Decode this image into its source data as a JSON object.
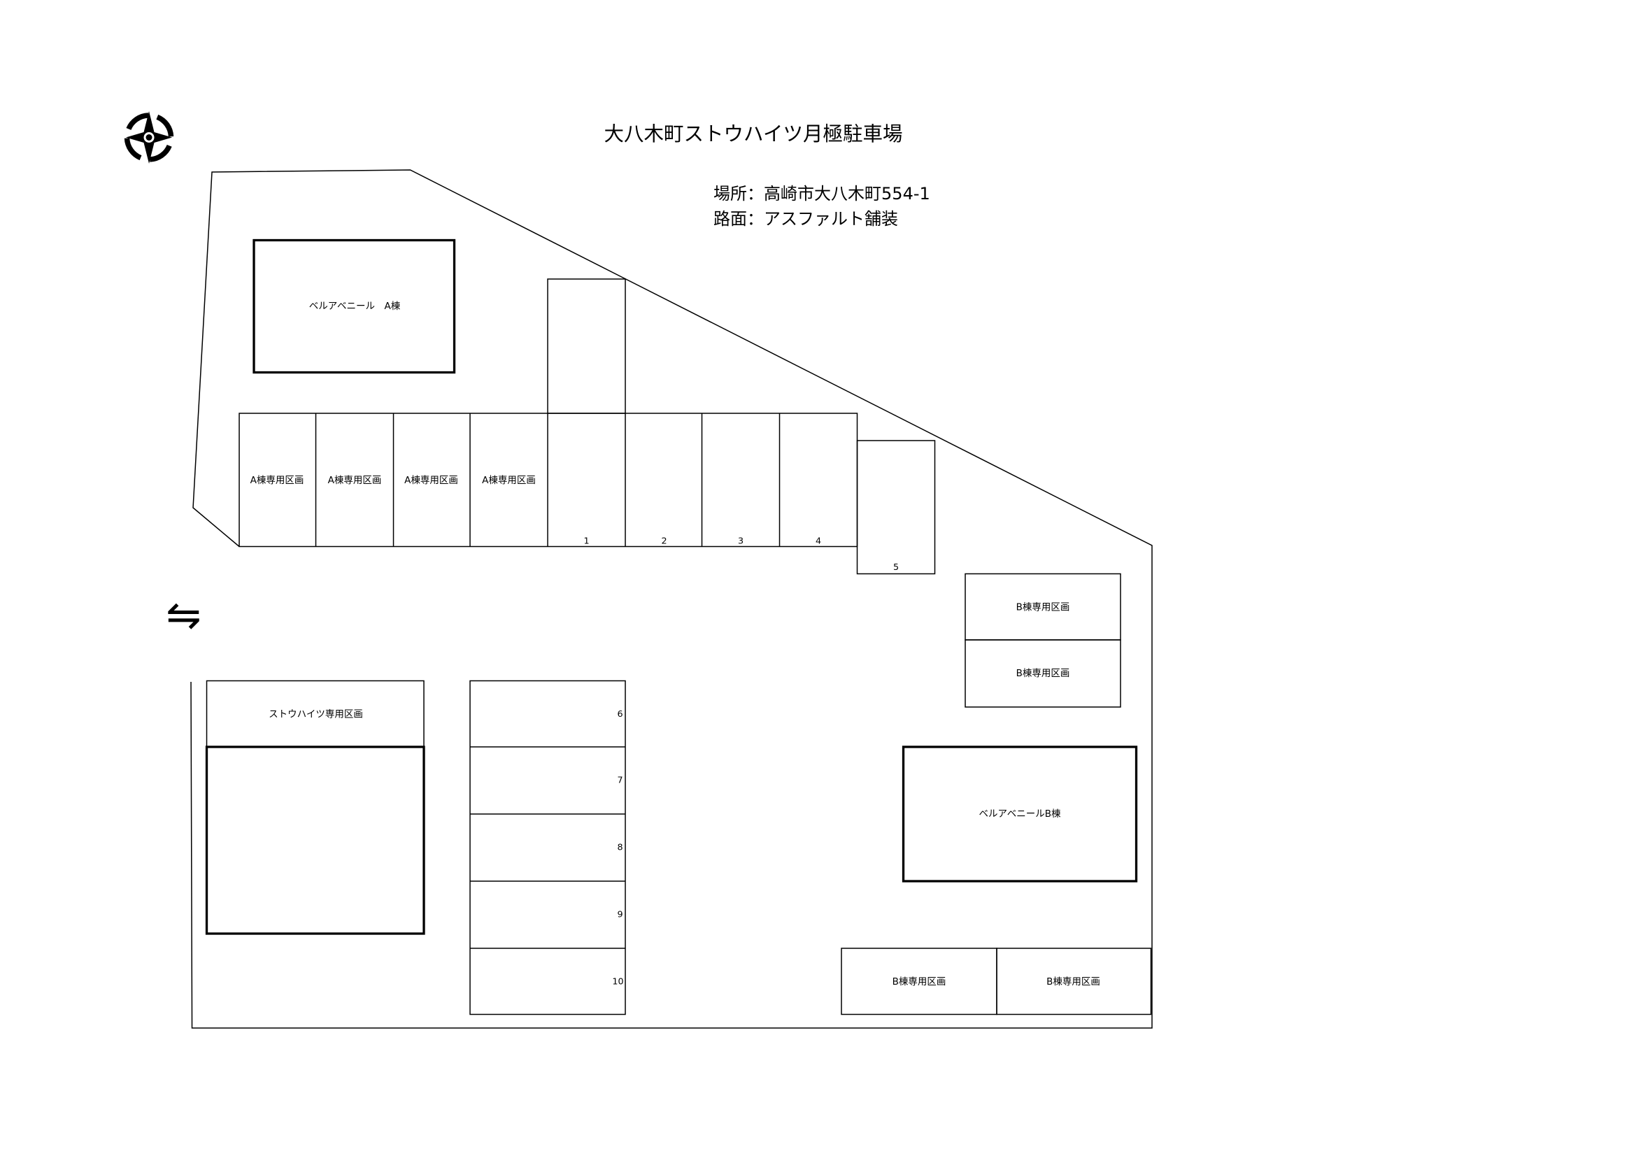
{
  "title": "大八木町ストウハイツ月極駐車場",
  "info": {
    "location": "場所：高崎市大八木町554-1",
    "surface": "路面：アスファルト舗装"
  },
  "icons": {
    "compass": "compass-north-icon",
    "road": "two-way-traffic-icon",
    "road_glyph": "⇋"
  },
  "buildings": {
    "a": "ベルアベニール　A棟",
    "b": "ベルアベニールB棟",
    "stou_reserved": "ストウハイツ専用区画"
  },
  "top_row": {
    "a_reserved": [
      "A棟専用区画",
      "A棟専用区画",
      "A棟専用区画",
      "A棟専用区画"
    ],
    "numbers": [
      "1",
      "2",
      "3",
      "4"
    ],
    "slot5": "5"
  },
  "b_reserved_right": [
    "B棟専用区画",
    "B棟専用区画"
  ],
  "b_reserved_bottom": [
    "B棟専用区画",
    "B棟専用区画"
  ],
  "middle_column": [
    "6",
    "7",
    "8",
    "9",
    "10"
  ]
}
